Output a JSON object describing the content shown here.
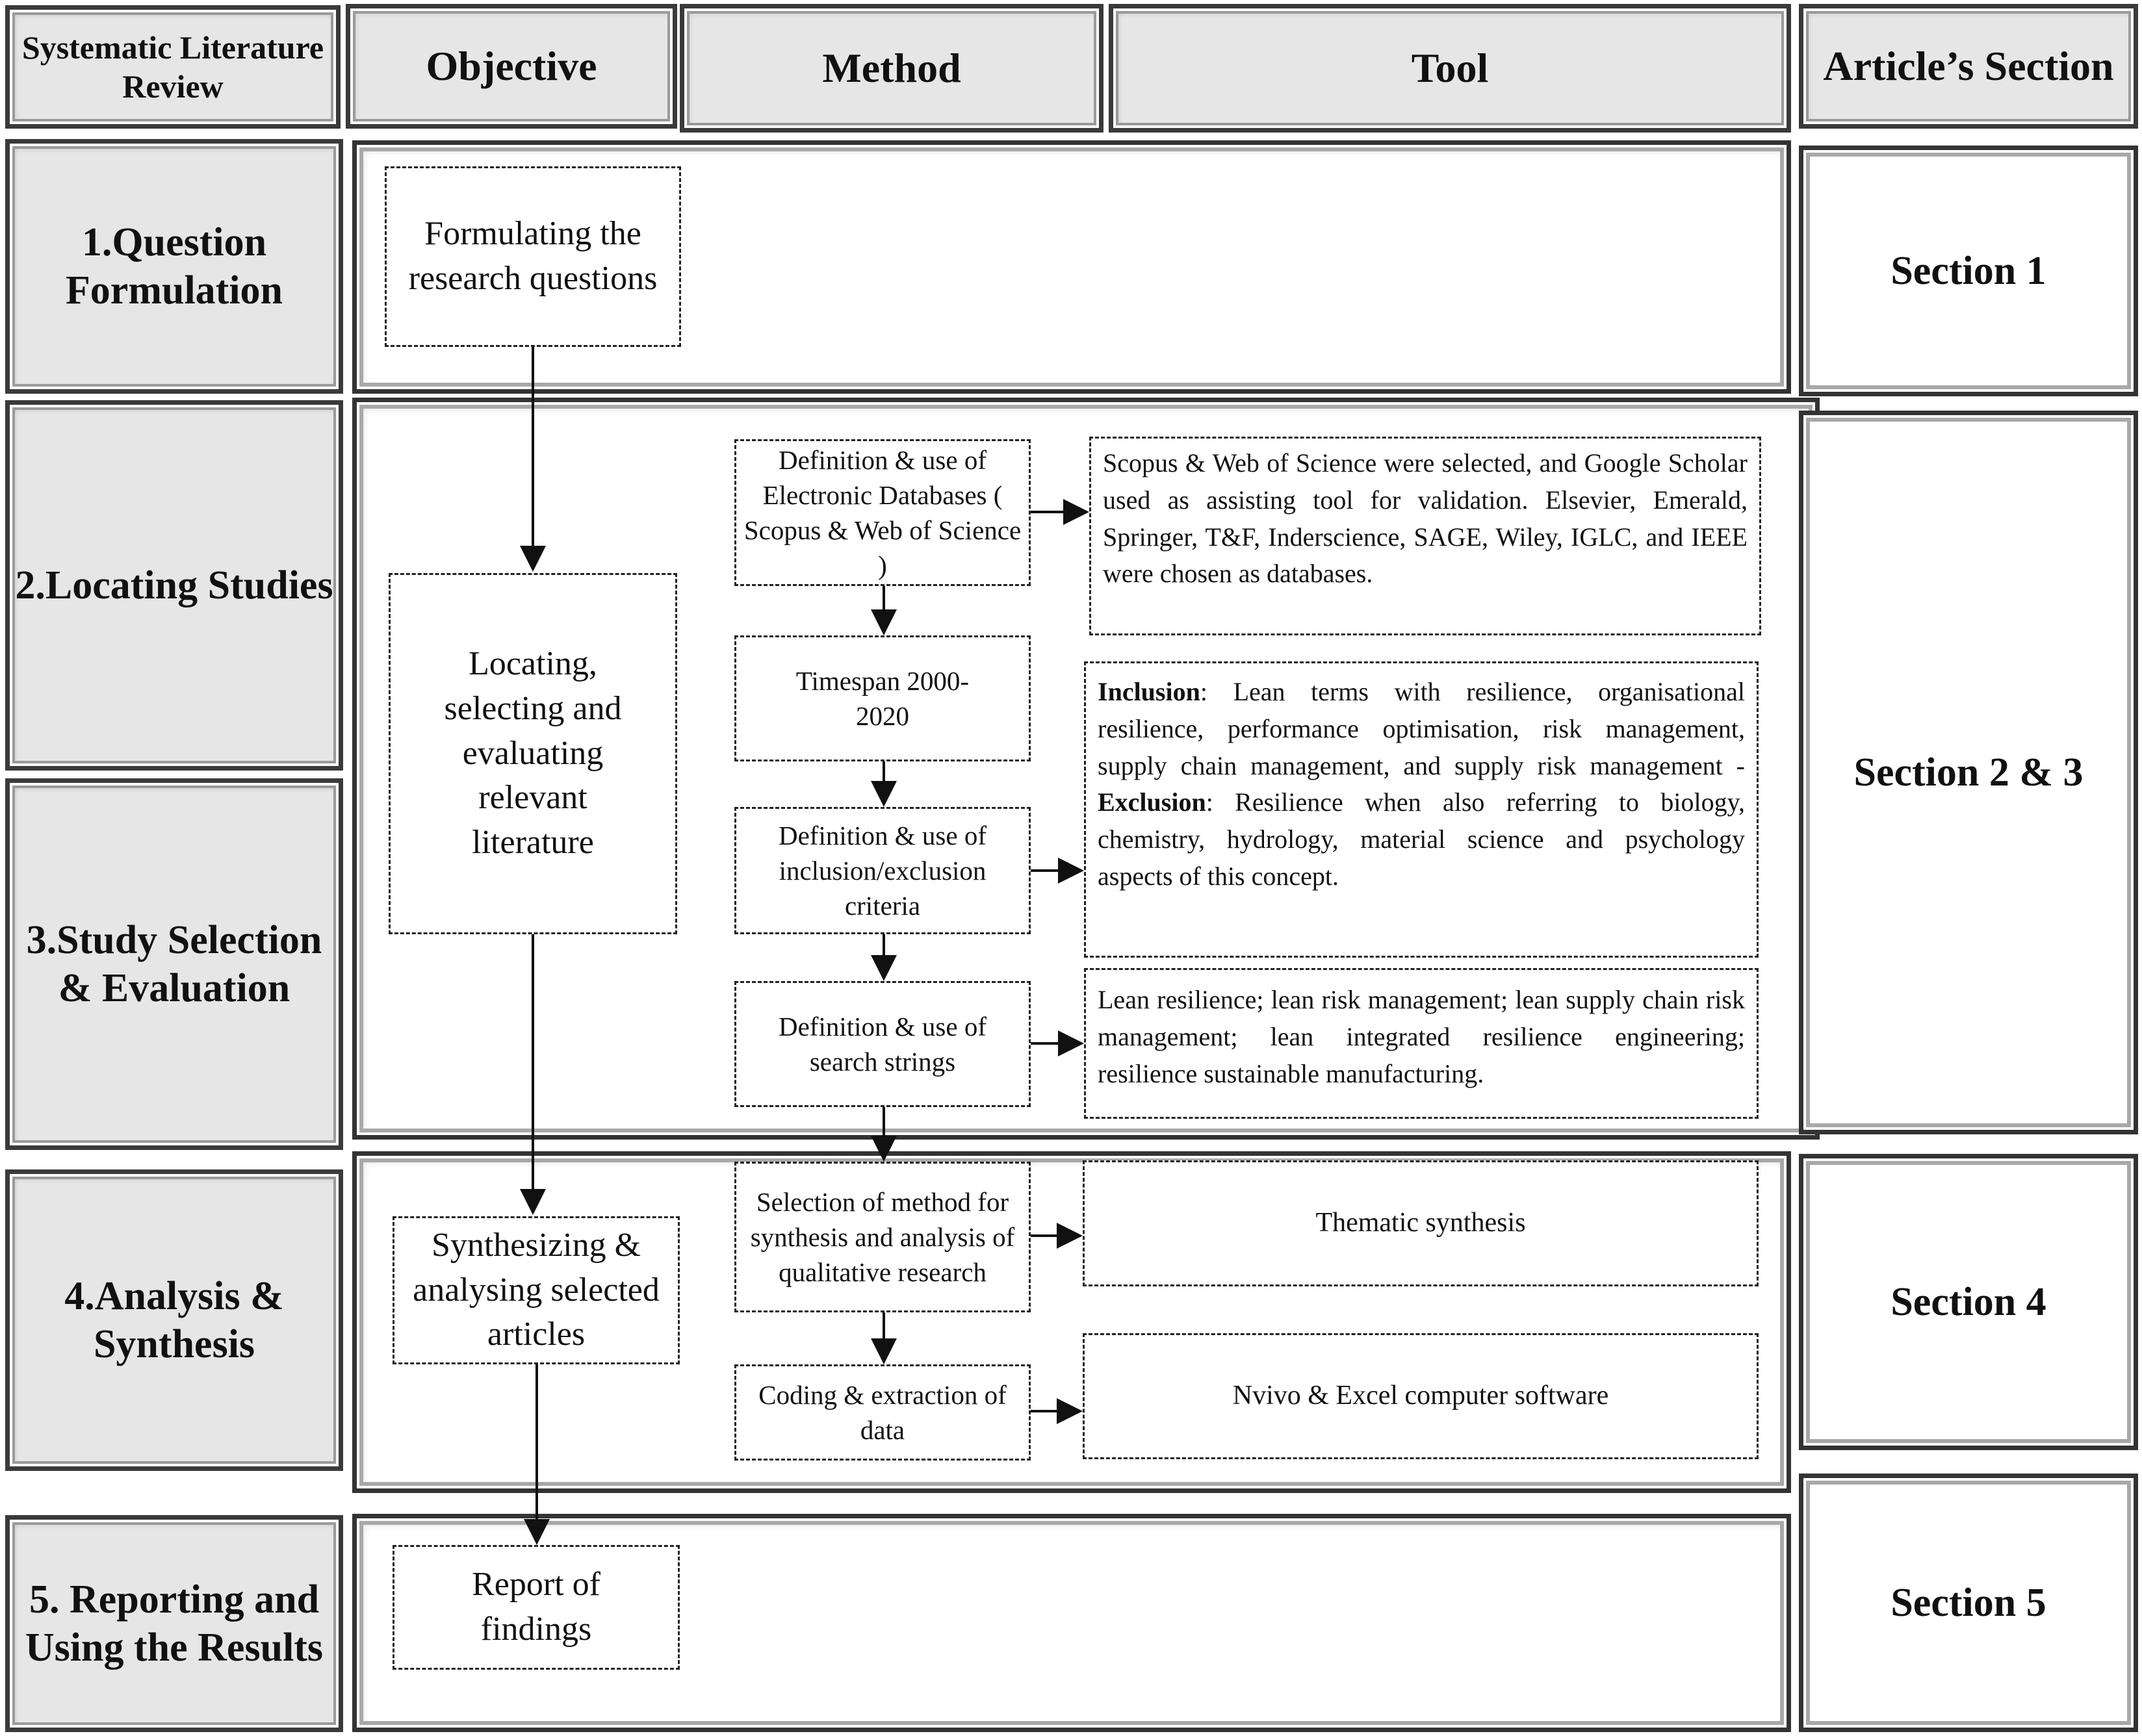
{
  "header": {
    "col1": "Systematic Literature Review",
    "col2": "Objective",
    "col3": "Method",
    "col4": "Tool",
    "col5": "Article’s Section"
  },
  "stages": {
    "s1": "1.Question Formulation",
    "s2": "2.Locating Studies",
    "s3": "3.Study Selection & Evaluation",
    "s4": "4.Analysis & Synthesis",
    "s5": "5. Reporting and Using the Results"
  },
  "objectives": {
    "o1": "Formulating the research questions",
    "o2": "Locating, selecting and evaluating relevant literature",
    "o3": "Synthesizing & analysing selected articles",
    "o4": "Report of findings"
  },
  "methods": {
    "m1": "Definition & use of Electronic Databases ( Scopus & Web of Science )",
    "m2": "Timespan 2000-2020",
    "m3": "Definition & use of inclusion/exclusion criteria",
    "m4": "Definition & use of search strings",
    "m5": "Selection of method for synthesis and analysis of qualitative research",
    "m6": "Coding & extraction of data"
  },
  "tools": {
    "t1": "Scopus & Web of Science were selected, and Google Scholar used as assisting tool for validation. Elsevier, Emerald, Springer, T&F, Inderscience, SAGE, Wiley, IGLC, and IEEE were chosen as databases.",
    "t2_inclusion_label": "Inclusion",
    "t2_inclusion_text": ": Lean terms with resilience, organisational resilience, performance optimisation, risk management, supply chain management, and supply risk management - ",
    "t2_exclusion_label": "Exclusion",
    "t2_exclusion_text": ": Resilience when also referring to biology, chemistry, hydrology, material science and psychology aspects of this concept.",
    "t3": "Lean resilience; lean risk management; lean supply chain risk management; lean integrated resilience engineering; resilience sustainable manufacturing.",
    "t4": "Thematic synthesis",
    "t5": "Nvivo & Excel computer software"
  },
  "sections": {
    "sec1": "Section 1",
    "sec23": "Section 2 & 3",
    "sec4": "Section 4",
    "sec5": "Section 5"
  }
}
